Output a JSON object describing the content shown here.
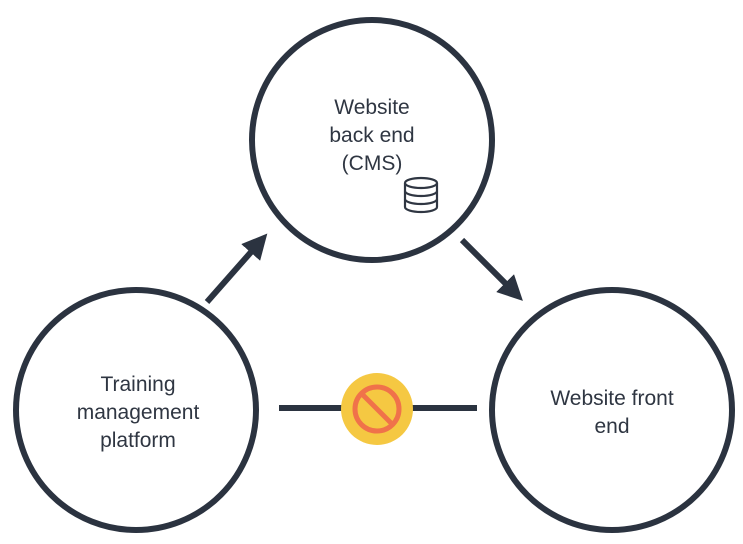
{
  "nodes": {
    "backend": {
      "lines": [
        "Website",
        "back end",
        "(CMS)"
      ],
      "icon": "database-icon"
    },
    "training": {
      "lines": [
        "Training",
        "management",
        "platform"
      ]
    },
    "frontend": {
      "lines": [
        "Website front",
        "end"
      ]
    }
  },
  "connections": {
    "training_to_backend": "arrow",
    "backend_to_frontend": "arrow",
    "training_to_frontend": "blocked"
  },
  "colors": {
    "outline": "#2b3340",
    "text": "#2f3642",
    "block_fill": "#f5c842",
    "block_symbol": "#f0724a"
  },
  "icons": {
    "block": "no-entry-icon"
  }
}
